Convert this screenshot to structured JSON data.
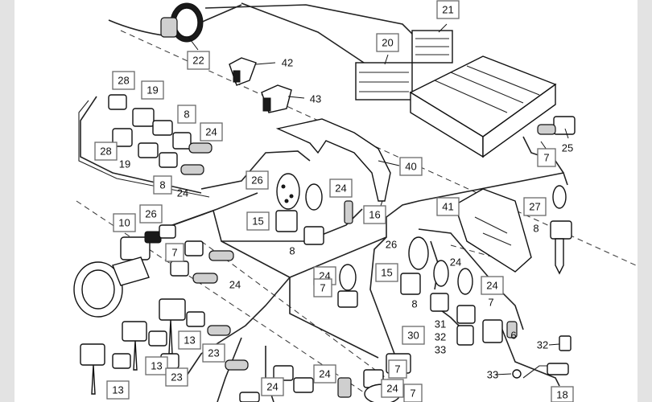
{
  "diagram": {
    "callouts": {
      "c21": "21",
      "c20": "20",
      "c22": "22",
      "c42": "42",
      "c43": "43",
      "c28a": "28",
      "c19a": "19",
      "c8a": "8",
      "c24a": "24",
      "c28b": "28",
      "c19b": "19",
      "c8b": "8",
      "c24b": "24",
      "c25": "25",
      "c7a": "7",
      "c40": "40",
      "c26a": "26",
      "c24c": "24",
      "c15a": "15",
      "c16": "16",
      "c8c": "8",
      "c10": "10",
      "c26b": "26",
      "c7b": "7",
      "c24d": "24",
      "c41": "41",
      "c27": "27",
      "c8d": "8",
      "c26c": "26",
      "c24e": "24",
      "c15b": "15",
      "c24f": "24",
      "c7c": "7",
      "c8e": "8",
      "c24g": "24",
      "c7d": "7",
      "c30": "30",
      "c31": "31",
      "c32a": "32",
      "c33a": "33",
      "c6": "6",
      "c32b": "32",
      "c33b": "33",
      "c13a": "13",
      "c23a": "23",
      "c13b": "13",
      "c23b": "23",
      "c13c": "13",
      "c24h": "24",
      "c24i": "24",
      "c7e": "7",
      "c24j": "24",
      "c7f": "7",
      "c18": "18"
    }
  }
}
